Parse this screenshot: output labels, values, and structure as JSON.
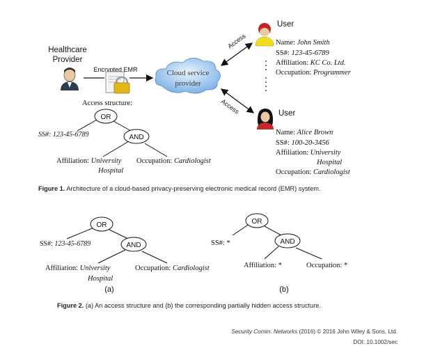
{
  "figure1": {
    "healthcare_provider": [
      "Healthcare",
      "Provider"
    ],
    "encrypted_emr": "Encrypted EMR",
    "cloud_provider": [
      "Cloud service",
      "provider"
    ],
    "access_top": "Access",
    "access_bottom": "Access",
    "access_structure_label": "Access structure:",
    "tree": {
      "or": "OR",
      "and": "AND",
      "ssn": "SS#: 123-45-6789",
      "affiliation_key": "Affiliation: ",
      "affiliation_value_1": "University",
      "affiliation_value_2": "Hospital",
      "occupation_key": "Occupation: ",
      "occupation_value": "Cardiologist"
    },
    "user1": {
      "title": "User",
      "name_key": "Name: ",
      "name": "John Smith",
      "ssn_key": "SS#: ",
      "ssn": "123-45-6789",
      "affiliation_key": "Affiliation: ",
      "affiliation": "KC Co. Ltd.",
      "occupation_key": "Occupation: ",
      "occupation": "Programmer"
    },
    "user2": {
      "title": "User",
      "name_key": "Name: ",
      "name": "Alice Brown",
      "ssn_key": "SS#: ",
      "ssn": "100-20-3456",
      "affiliation_key": "Affiliation: ",
      "affiliation_1": "University",
      "affiliation_2": "Hospital",
      "occupation_key": "Occupation: ",
      "occupation": "Cardiologist"
    },
    "caption_label": "Figure 1.",
    "caption_text": "Architecture of a cloud-based privacy-preserving electronic medical record (EMR) system."
  },
  "figure2": {
    "a": {
      "or": "OR",
      "and": "AND",
      "ssn_key": "SS#: ",
      "ssn": "123-45-6789",
      "affiliation_key": "Affiliation: ",
      "affiliation_1": "University",
      "affiliation_2": "Hospital",
      "occupation_key": "Occupation: ",
      "occupation": "Cardiologist",
      "label": "(a)"
    },
    "b": {
      "or": "OR",
      "and": "AND",
      "ssn": "SS#: *",
      "affiliation": "Affiliation: *",
      "occupation": "Occupation: *",
      "label": "(b)"
    },
    "caption_label": "Figure 2.",
    "caption_text": "(a) An access structure and (b) the corresponding partially hidden access structure."
  },
  "footer": {
    "journal": "Security Comm. Networks",
    "rest": " (2016) © 2016 John Wiley & Sons, Ltd.",
    "doi": "DOI: 10.1002/sec"
  }
}
